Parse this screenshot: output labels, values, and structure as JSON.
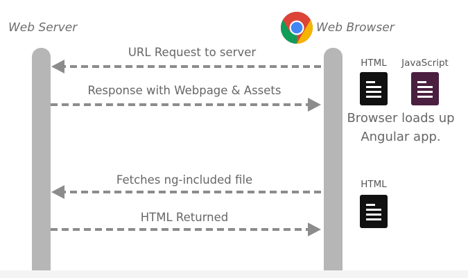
{
  "actors": {
    "server_label": "Web Server",
    "browser_label": "Web Browser"
  },
  "messages": {
    "url_request": "URL Request to server",
    "response": "Response with Webpage & Assets",
    "fetch_include": "Fetches ng-included file",
    "html_returned": "HTML Returned"
  },
  "notes": {
    "load_line1": "Browser loads up",
    "load_line2": "Angular app."
  },
  "files": {
    "html_label_1": "HTML",
    "js_label": "JavaScript",
    "html_label_2": "HTML"
  },
  "colors": {
    "lifeline": "#b6b6b6",
    "arrow": "#8c8c8c",
    "html_file": "#111111",
    "js_file": "#4a1f3f"
  },
  "icons": {
    "browser_logo": "chrome-logo-icon",
    "html_file": "document-icon",
    "js_file": "document-icon"
  }
}
